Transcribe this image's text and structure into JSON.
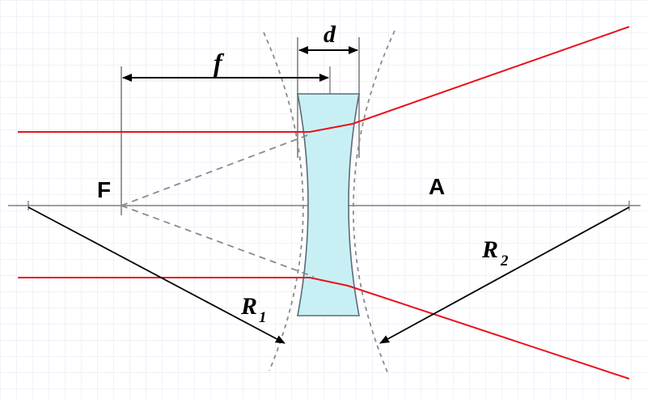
{
  "labels": {
    "focal_point": "F",
    "vertex": "A",
    "focal_length": "f",
    "thickness": "d",
    "radius1_main": "R",
    "radius1_sub": "1",
    "radius2_main": "R",
    "radius2_sub": "2"
  },
  "colors": {
    "ray": "#e8121c",
    "construction": "#8a8a8a",
    "guide": "#808080",
    "dimension": "#000000",
    "lens_fill": "#c8f0f4",
    "lens_stroke": "#5a6a78"
  }
}
